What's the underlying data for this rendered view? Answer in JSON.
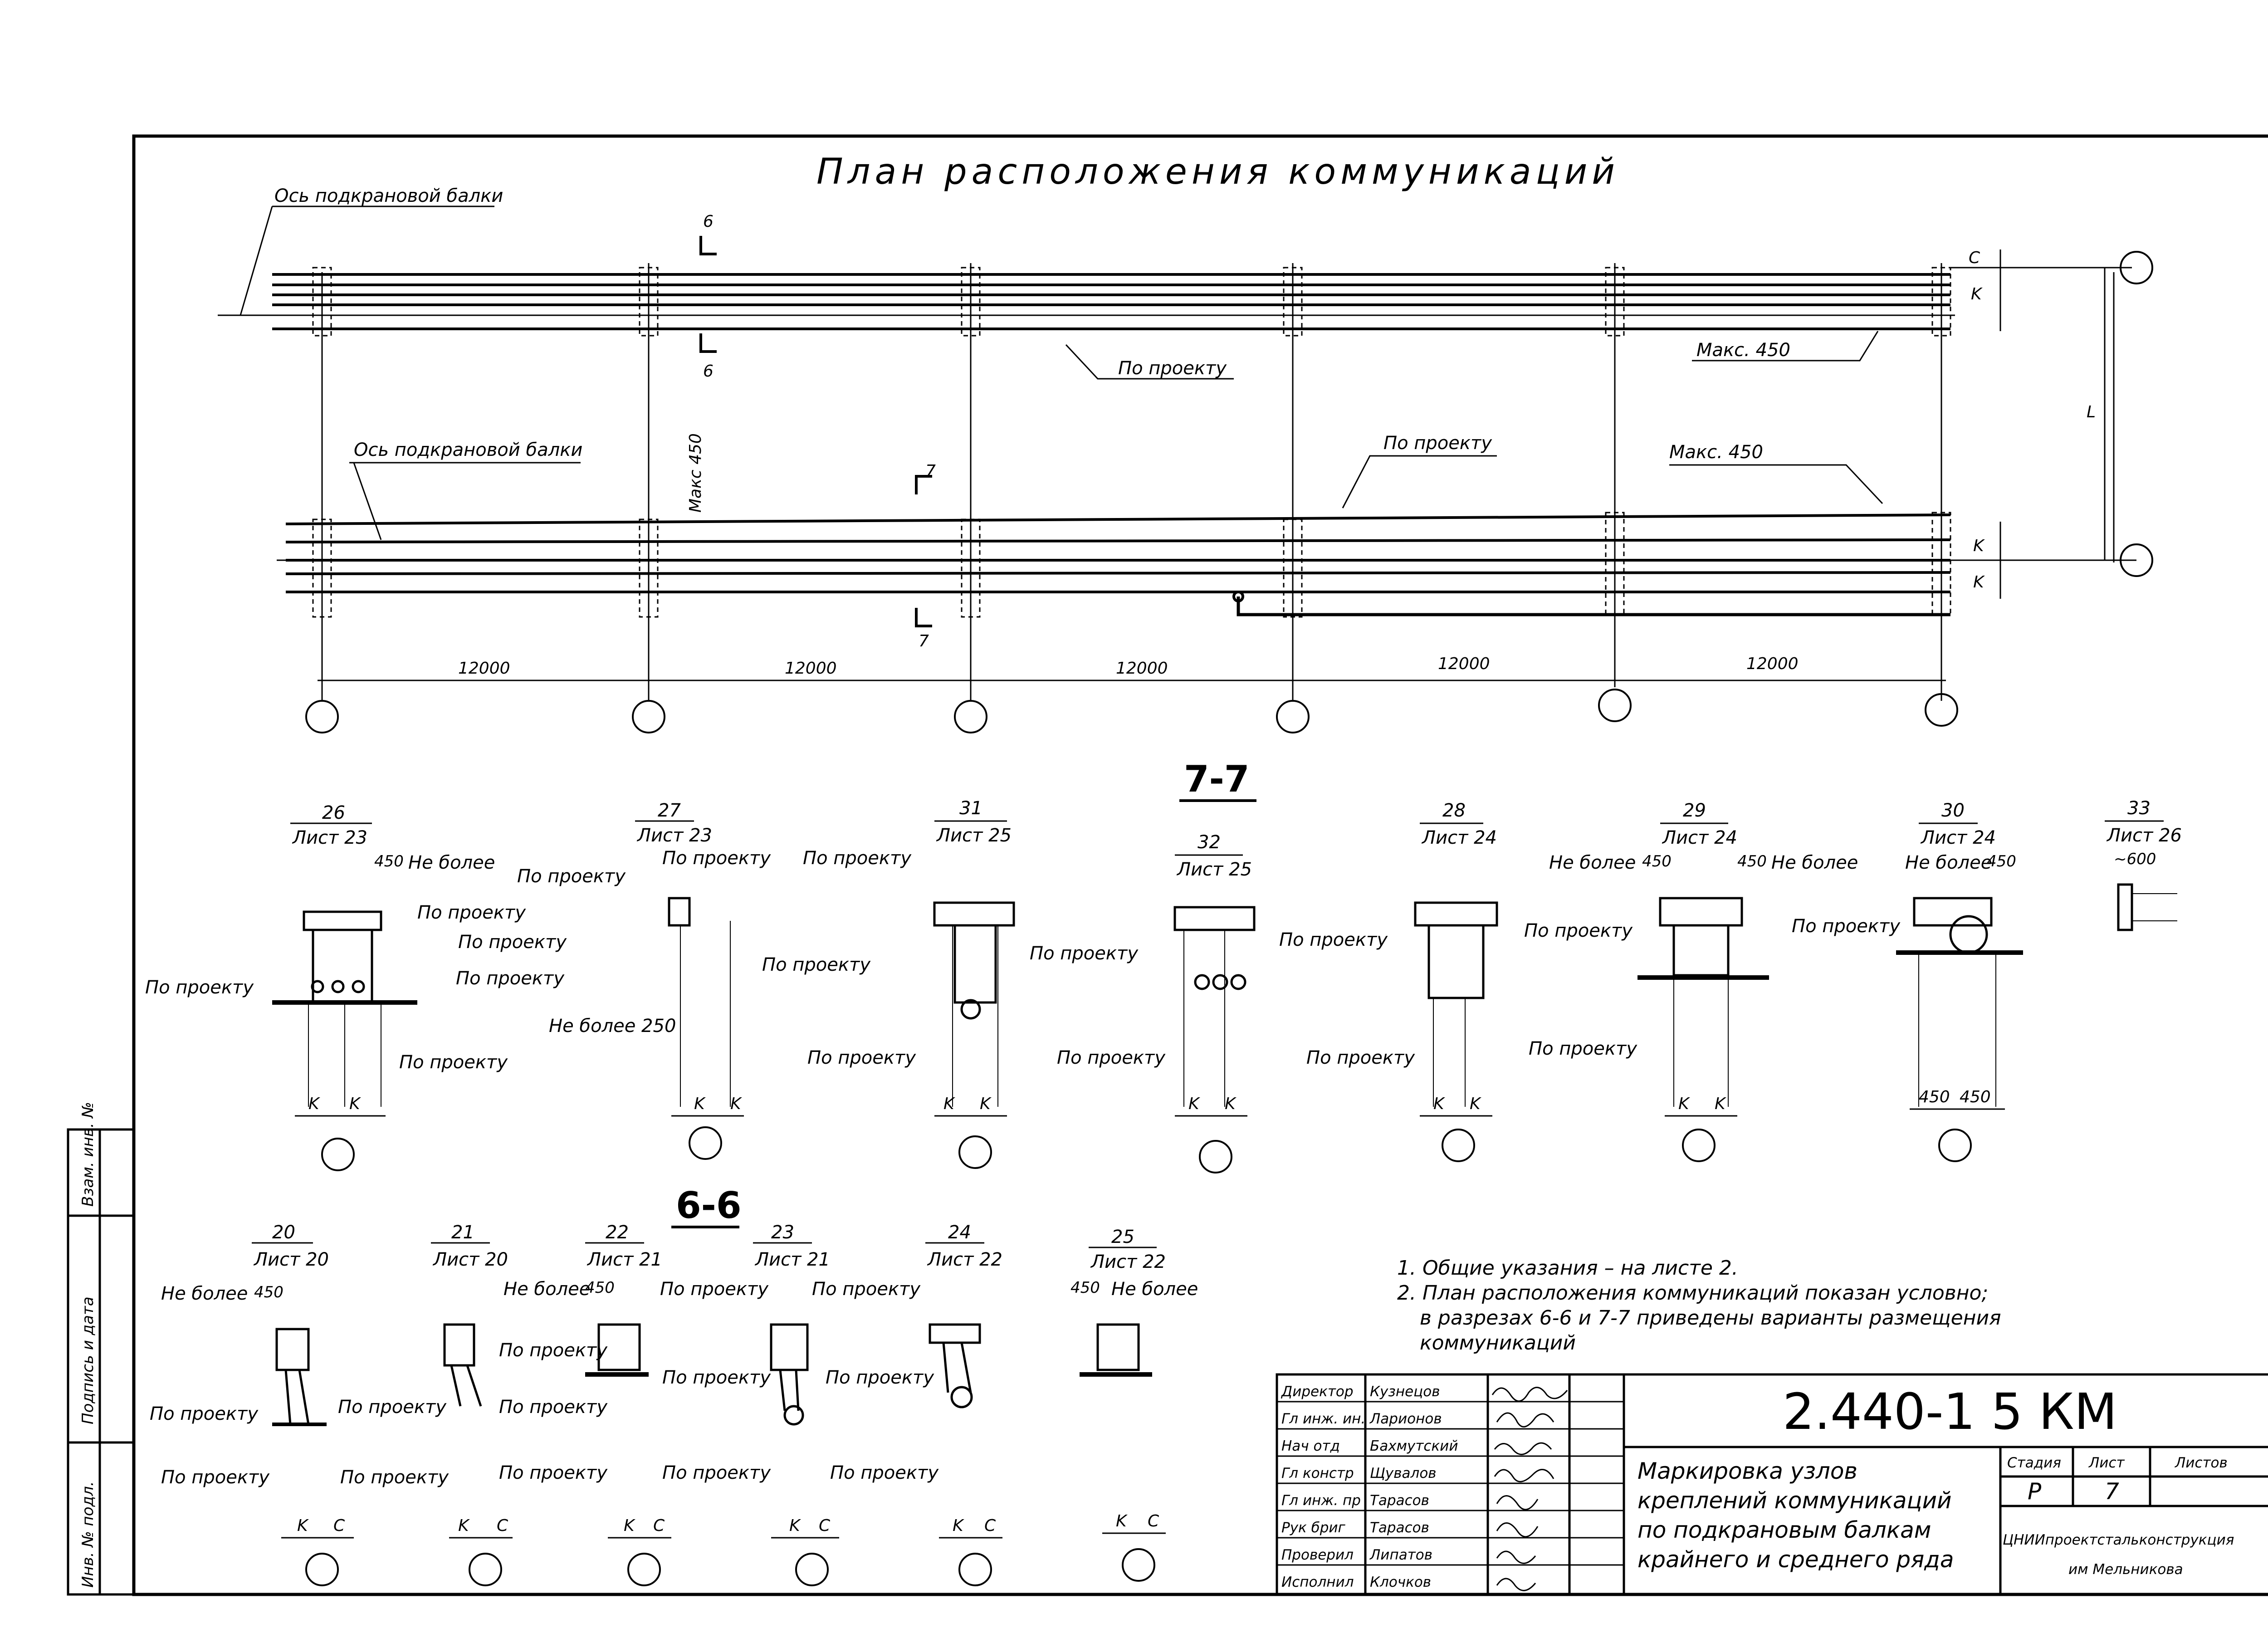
{
  "plan": {
    "title": "План расположения коммуникаций",
    "axis_label_1": "Ось подкрановой балки",
    "axis_label_2": "Ось подкрановой балки",
    "po_proektu": "По проекту",
    "maks_450": "Макс. 450",
    "maks_450_v": "Макс 450",
    "dim_c": "C",
    "dim_k": "K",
    "dim_L": "L",
    "section_6": "6",
    "section_7": "7",
    "spans": [
      "12000",
      "12000",
      "12000",
      "12000",
      "12000"
    ]
  },
  "section_77": {
    "title": "7-7",
    "nodes": [
      {
        "num": "26",
        "sheet": "Лист 23"
      },
      {
        "num": "27",
        "sheet": "Лист 23"
      },
      {
        "num": "31",
        "sheet": "Лист 25"
      },
      {
        "num": "32",
        "sheet": "Лист 25"
      },
      {
        "num": "28",
        "sheet": "Лист 24"
      },
      {
        "num": "29",
        "sheet": "Лист 24"
      },
      {
        "num": "30",
        "sheet": "Лист 24"
      },
      {
        "num": "33",
        "sheet": "Лист 26"
      }
    ],
    "ne_bolee": "Не более",
    "ne_bolee_250": "Не более 250",
    "val_450": "450",
    "val_600": "~600",
    "k": "K"
  },
  "section_66": {
    "title": "6-6",
    "nodes": [
      {
        "num": "20",
        "sheet": "Лист 20"
      },
      {
        "num": "21",
        "sheet": "Лист 20"
      },
      {
        "num": "22",
        "sheet": "Лист 21"
      },
      {
        "num": "23",
        "sheet": "Лист 21"
      },
      {
        "num": "24",
        "sheet": "Лист 22"
      },
      {
        "num": "25",
        "sheet": "Лист 22"
      }
    ],
    "c": "C"
  },
  "notes": [
    "1. Общие указания – на листе 2.",
    "2. План расположения коммуникаций показан условно;",
    "в разрезах 6-6 и 7-7 приведены варианты размещения",
    "коммуникаций"
  ],
  "side_stamp": {
    "inv_podl": "Инв. № подл.",
    "podpis_data": "Подпись и дата",
    "vzam_inv": "Взам. инв. №"
  },
  "title_block": {
    "code": "2.440-1 5 КМ",
    "roles": [
      "Директор",
      "Гл инж. ин.",
      "Нач отд",
      "Гл констр",
      "Гл инж. пр",
      "Рук бриг",
      "Проверил",
      "Исполнил"
    ],
    "names": [
      "Кузнецов",
      "Ларионов",
      "Бахмутский",
      "Щувалов",
      "Тарасов",
      "Тарасов",
      "Липатов",
      "Клочков"
    ],
    "drawing_title": [
      "Маркировка узлов",
      "креплений коммуникаций",
      "по подкрановым балкам",
      "крайнего и среднего ряда"
    ],
    "stage_h": "Стадия",
    "sheet_h": "Лист",
    "sheets_h": "Листов",
    "stage": "Р",
    "sheet": "7",
    "org": "ЦНИИпроектстальконструкция",
    "org2": "им Мельникова"
  }
}
